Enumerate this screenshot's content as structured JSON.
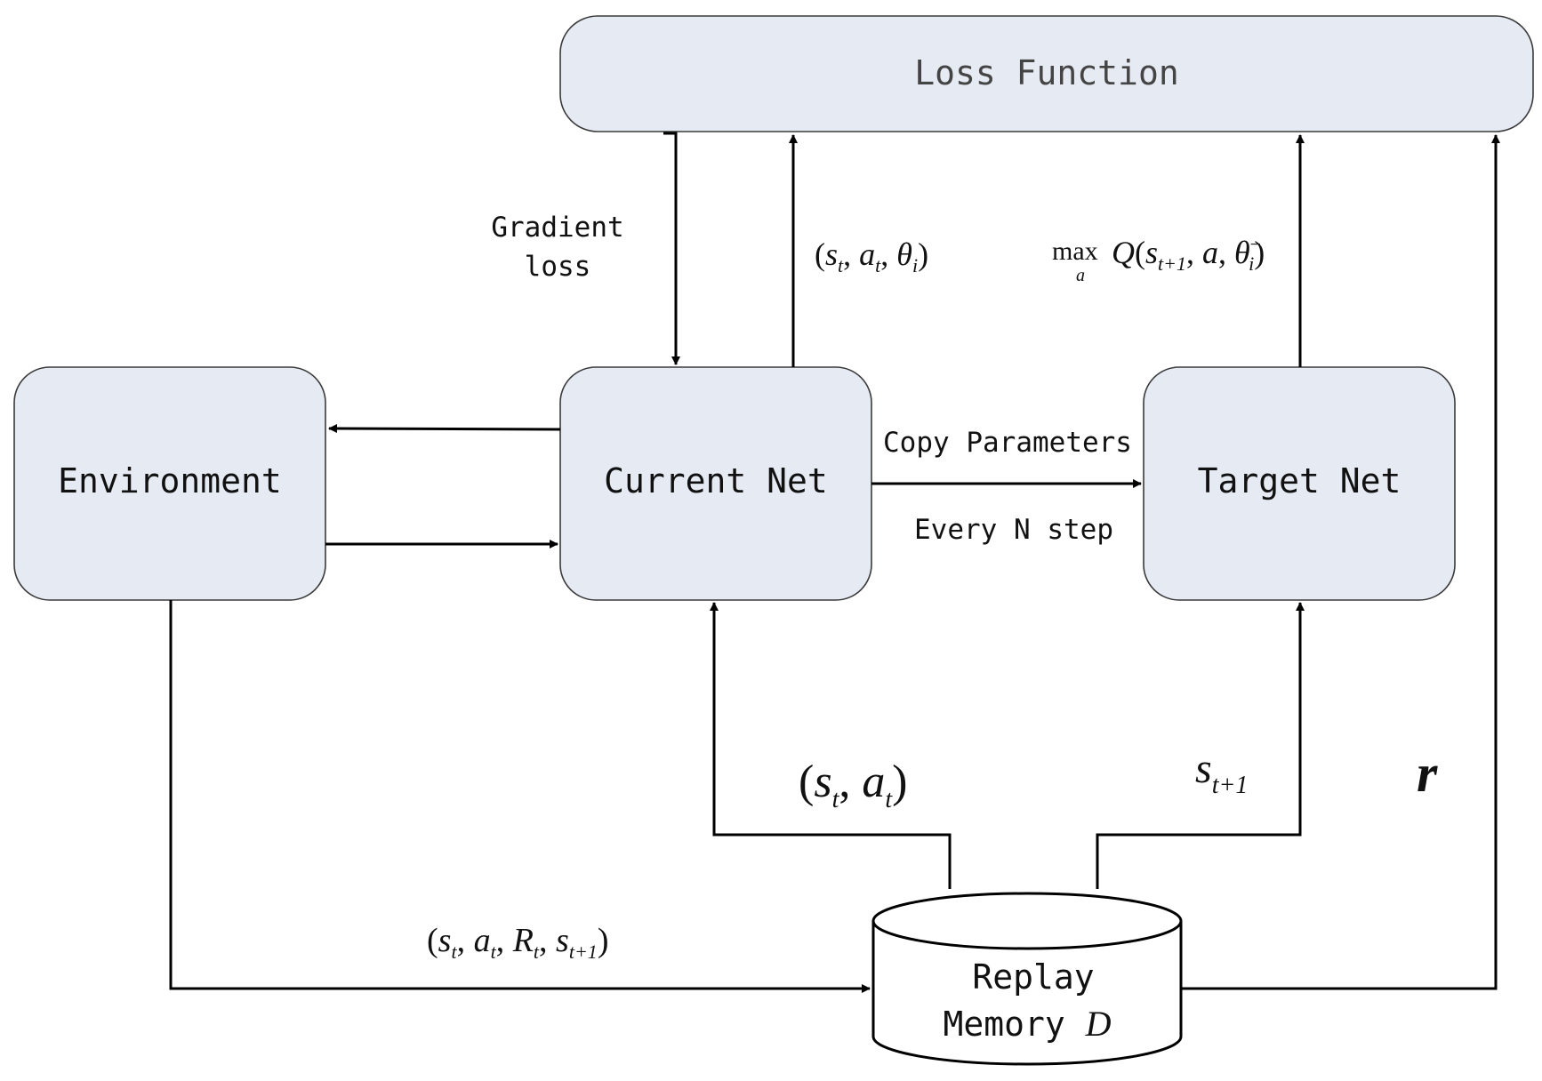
{
  "loss_box": {
    "label": "Loss Function"
  },
  "environment_box": {
    "label": "Environment"
  },
  "current_net_box": {
    "label": "Current Net"
  },
  "target_net_box": {
    "label": "Target Net"
  },
  "replay_memory": {
    "line1": "Replay",
    "line2": "Memory",
    "symbol": "D"
  },
  "edges": {
    "gradient_loss": {
      "line1": "Gradient",
      "line2": "loss"
    },
    "copy_parameters": {
      "top": "Copy Parameters",
      "bottom": "Every N step"
    },
    "current_to_loss": {
      "open": "(",
      "s": "s",
      "t1": "t",
      "comma1": ", ",
      "a": "a",
      "t2": "t",
      "comma2": ", ",
      "theta": "θ",
      "i": "i",
      "close": ")"
    },
    "target_to_loss": {
      "max": "max",
      "sub_a": "a",
      "Q": "Q",
      "open": "(",
      "s": "s",
      "t_plus_1": "t+1",
      "comma1": ", ",
      "a": "a",
      "comma2": ", ",
      "theta": "θ",
      "minus": "−",
      "i": "i",
      "close": ")"
    },
    "memory_to_current": {
      "open": "(",
      "s": "s",
      "t1": "t",
      "comma": ", ",
      "a": "a",
      "t2": "t",
      "close": ")"
    },
    "memory_to_target": {
      "s": "s",
      "t_plus_1": "t+1"
    },
    "memory_to_loss": {
      "r": "r"
    },
    "env_to_memory": {
      "open": "(",
      "s": "s",
      "t1": "t",
      "c1": ", ",
      "a": "a",
      "t2": "t",
      "c2": ", ",
      "R": "R",
      "t3": "t",
      "c3": ", ",
      "s2": "s",
      "t_plus_1": "t+1",
      "close": ")"
    }
  }
}
